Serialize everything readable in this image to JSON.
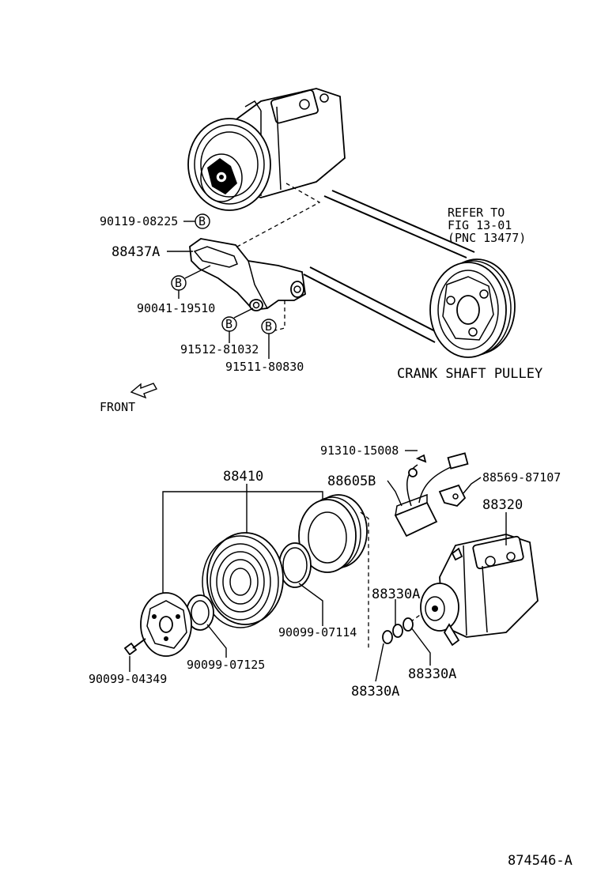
{
  "callouts": {
    "bolt_90119": "90119-08225",
    "bracket_88437A": "88437A",
    "bolt_90041": "90041-19510",
    "bolt_91512": "91512-81032",
    "bolt_91511": "91511-80830",
    "marker_b": "B",
    "front": "FRONT",
    "refer_line1": "REFER TO",
    "refer_line2": "FIG 13-01",
    "refer_line3": "(PNC 13477)",
    "crank_pulley": "CRANK SHAFT PULLEY",
    "screw_91310": "91310-15008",
    "harness_88605B": "88605B",
    "clamp_88569": "88569-87107",
    "compressor_88320": "88320",
    "clutch_88410": "88410",
    "ring_90099_07114": "90099-07114",
    "shim_90099_07125": "90099-07125",
    "bolt_90099_04349": "90099-04349",
    "shim_88330A_top": "88330A",
    "shim_88330A_right": "88330A",
    "shim_88330A_bottom": "88330A",
    "figure_id": "874546-A"
  },
  "icons": [
    "compressor-icon",
    "crank-pulley-icon",
    "bracket-icon",
    "front-arrow-icon",
    "magnetic-clutch-icon",
    "pressure-plate-icon",
    "stator-icon",
    "wire-harness-icon",
    "bolt-icon"
  ]
}
